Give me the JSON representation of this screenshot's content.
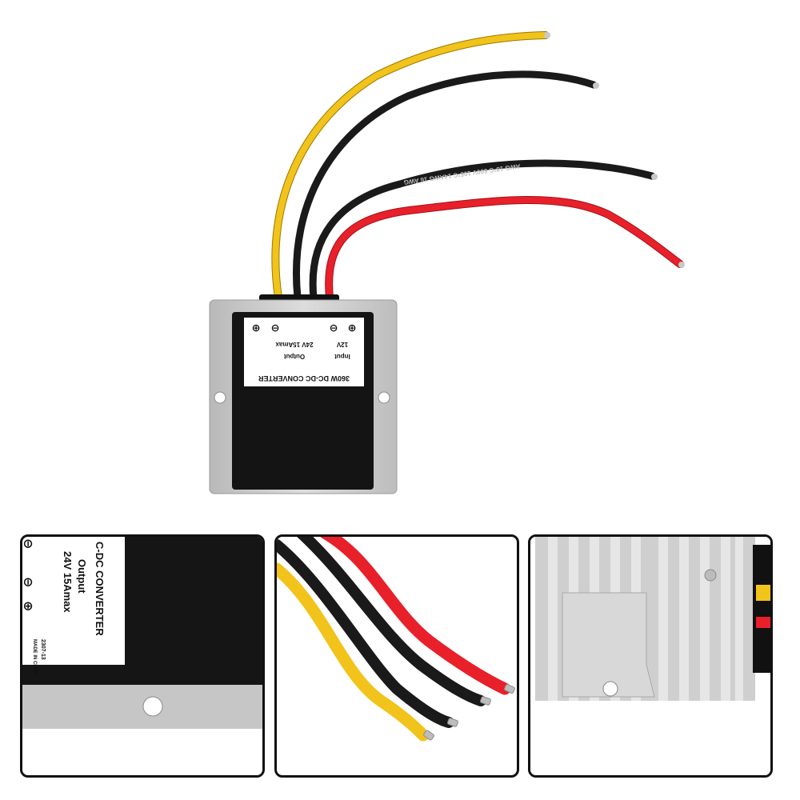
{
  "label": {
    "title": "360W DC-DC CONVERTER",
    "input_text": "Input",
    "input_voltage": "12V",
    "output_text": "Output",
    "output_rating": "24V 15Amax",
    "plus_symbol": "⊕",
    "minus_symbol": "⊖"
  },
  "wire_print": "AWG 18°C 600V 105°C 14AWG 16 AWG",
  "detail_label": {
    "title": "C-DC CONVERTER",
    "output_text": "Output",
    "output_rating": "24V 15Amax",
    "code": "2307-13",
    "origin": "MADE IN CHINA"
  },
  "colors": {
    "wire_yellow": "#f2c31a",
    "wire_black": "#1a1a1a",
    "wire_red": "#e8202a",
    "housing_aluminum": "#c9c9c9",
    "cover_black": "#141414"
  }
}
